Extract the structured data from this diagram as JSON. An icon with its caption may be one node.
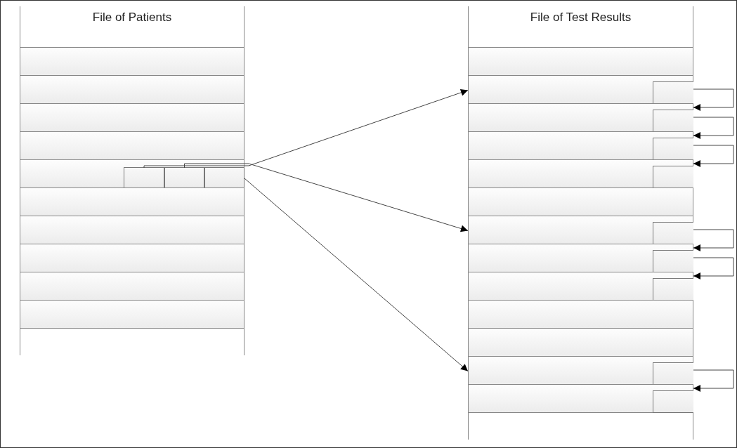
{
  "diagram": {
    "nodes": [
      {
        "text": [
          "File of Patients"
        ]
      },
      {
        "text": [],
        "shape": "bar",
        "in": 0
      },
      {
        "text": [],
        "shape": "bar",
        "in": 0
      },
      {
        "text": [],
        "shape": "bar",
        "in": 0
      },
      {
        "text": [],
        "shape": "bar",
        "in": 0
      },
      {
        "text": [],
        "shape": "bar",
        "in": 0
      },
      {
        "text": [],
        "shape": "bar",
        "in": 0
      },
      {
        "text": [],
        "shape": "bar",
        "in": 0
      },
      {
        "text": [],
        "shape": "bar",
        "in": 0
      },
      {
        "text": [],
        "shape": "bar",
        "in": 0
      },
      {
        "text": [],
        "shape": "bar",
        "in": 0
      },
      {
        "text": [],
        "shape": "box",
        "in": 5
      },
      {
        "text": [],
        "shape": "box",
        "in": 5
      },
      {
        "text": [],
        "shape": "box",
        "in": 5
      },
      {
        "text": [
          "File of Test Results"
        ]
      },
      {
        "text": [],
        "shape": "bar",
        "in": 14
      },
      {
        "text": [],
        "shape": "bar",
        "in": 14
      },
      {
        "text": [],
        "shape": "bar",
        "in": 14
      },
      {
        "text": [],
        "shape": "bar",
        "in": 14
      },
      {
        "text": [],
        "shape": "bar",
        "in": 14
      },
      {
        "text": [],
        "shape": "bar",
        "in": 14
      },
      {
        "text": [],
        "shape": "bar",
        "in": 14
      },
      {
        "text": [],
        "shape": "bar",
        "in": 14
      },
      {
        "text": [],
        "shape": "bar",
        "in": 14
      },
      {
        "text": [],
        "shape": "bar",
        "in": 14
      },
      {
        "text": [],
        "shape": "bar",
        "in": 14
      },
      {
        "text": [],
        "shape": "bar",
        "in": 14
      },
      {
        "text": [],
        "shape": "bar",
        "in": 14
      },
      {
        "text": [],
        "shape": "box",
        "in": 16
      },
      {
        "text": [],
        "shape": "box",
        "in": 17
      },
      {
        "text": [],
        "shape": "box",
        "in": 18
      },
      {
        "text": [],
        "shape": "box",
        "in": 19
      },
      {
        "text": [],
        "shape": "box",
        "in": 21
      },
      {
        "text": [],
        "shape": "box",
        "in": 22
      },
      {
        "text": [],
        "shape": "box",
        "in": 23
      },
      {
        "text": [],
        "shape": "box",
        "in": 26
      },
      {
        "text": [],
        "shape": "box",
        "in": 27
      }
    ],
    "edges": [
      {
        "from": 11,
        "to": 16,
        "arrow": "to"
      },
      {
        "from": 12,
        "to": 21,
        "arrow": "to"
      },
      {
        "from": 13,
        "to": 26,
        "arrow": "to"
      },
      {
        "from": 28,
        "to": 29,
        "arrow": "to"
      },
      {
        "from": 29,
        "to": 30,
        "arrow": "to"
      },
      {
        "from": 30,
        "to": 31,
        "arrow": "to"
      },
      {
        "from": 32,
        "to": 33,
        "arrow": "to"
      },
      {
        "from": 33,
        "to": 34,
        "arrow": "to"
      },
      {
        "from": 35,
        "to": 36,
        "arrow": "to"
      }
    ]
  }
}
